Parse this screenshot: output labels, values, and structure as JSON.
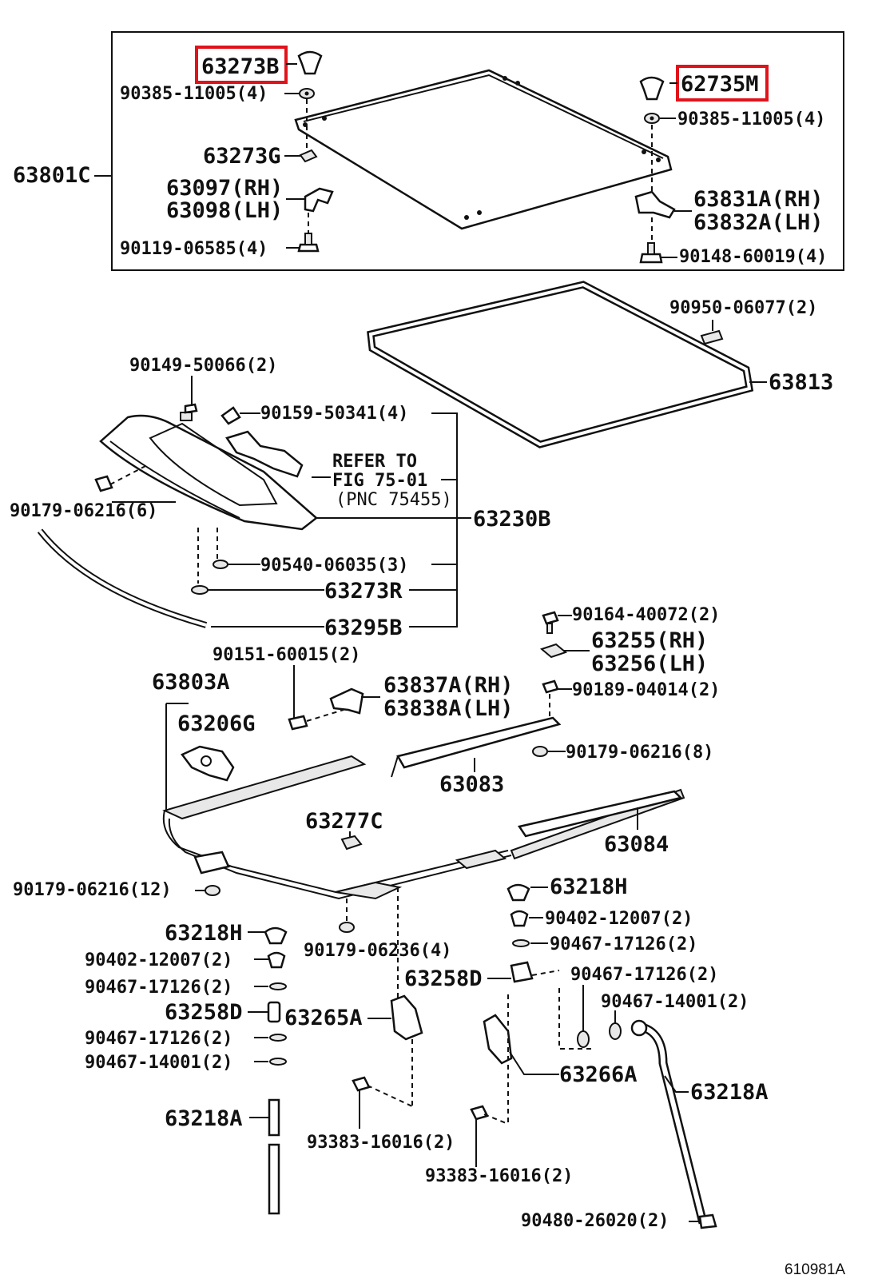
{
  "diagram_id": "610981A",
  "labels": {
    "p63273B": "63273B",
    "p62735M": "62735M",
    "p90385_a": "90385-11005(4)",
    "p90385_b": "90385-11005(4)",
    "p63273G": "63273G",
    "p63801C": "63801C",
    "p63097": "63097(RH)",
    "p63098": "63098(LH)",
    "p63831A": "63831A(RH)",
    "p63832A": "63832A(LH)",
    "p90119": "90119-06585(4)",
    "p90148": "90148-60019(4)",
    "p90950": "90950-06077(2)",
    "p63813": "63813",
    "p90149": "90149-50066(2)",
    "p90159": "90159-50341(4)",
    "refer1": "REFER TO",
    "refer2": "FIG 75-01",
    "refer3": "(PNC 75455)",
    "p90179_6": "90179-06216(6)",
    "p63230B": "63230B",
    "p90540": "90540-06035(3)",
    "p63273R": "63273R",
    "p63295B": "63295B",
    "p90164": "90164-40072(2)",
    "p63255": "63255(RH)",
    "p63256": "63256(LH)",
    "p90151": "90151-60015(2)",
    "p63803A": "63803A",
    "p63837A": "63837A(RH)",
    "p63838A": "63838A(LH)",
    "p90189": "90189-04014(2)",
    "p63206G": "63206G",
    "p90179_8": "90179-06216(8)",
    "p63083": "63083",
    "p63277C": "63277C",
    "p63084": "63084",
    "p90179_12": "90179-06216(12)",
    "p63218H_r": "63218H",
    "p90402_r": "90402-12007(2)",
    "p90467_r1": "90467-17126(2)",
    "p63218H_l": "63218H",
    "p90179_4": "90179-06236(4)",
    "p90402_l": "90402-12007(2)",
    "p63258D_r": "63258D",
    "p90467_r2": "90467-17126(2)",
    "p90467_l1": "90467-17126(2)",
    "p90467_r3": "90467-14001(2)",
    "p63258D_l": "63258D",
    "p63265A": "63265A",
    "p90467_l2": "90467-17126(2)",
    "p90467_l3": "90467-14001(2)",
    "p63266A": "63266A",
    "p63218A_r": "63218A",
    "p63218A_l": "63218A",
    "p93383_a": "93383-16016(2)",
    "p93383_b": "93383-16016(2)",
    "p90480": "90480-26020(2)"
  }
}
